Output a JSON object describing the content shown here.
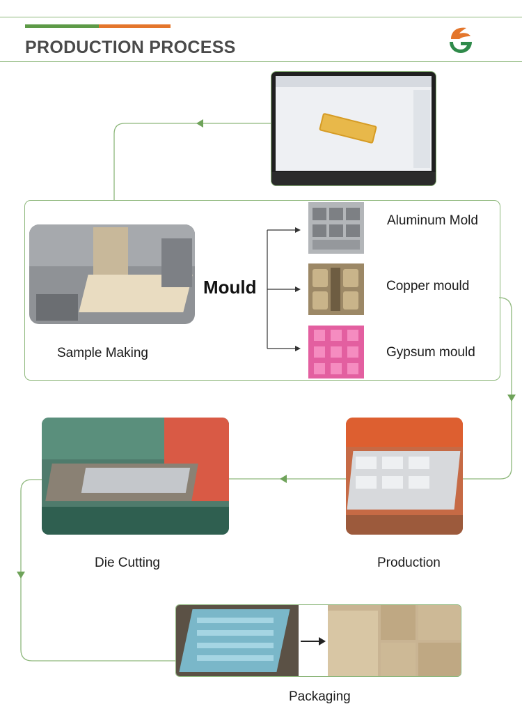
{
  "header": {
    "title": "PRODUCTION PROCESS",
    "accent_green": "#5d9a47",
    "accent_orange": "#e4762c",
    "line_color": "#7fae6a"
  },
  "logo": {
    "icon": "leaf-logo-icon"
  },
  "steps": {
    "sample_making": "Sample Making",
    "mould": "Mould",
    "aluminum": "Aluminum Mold",
    "copper": "Copper mould",
    "gypsum": "Gypsum mould",
    "production": "Production",
    "die_cutting": "Die Cutting",
    "packaging": "Packaging"
  }
}
